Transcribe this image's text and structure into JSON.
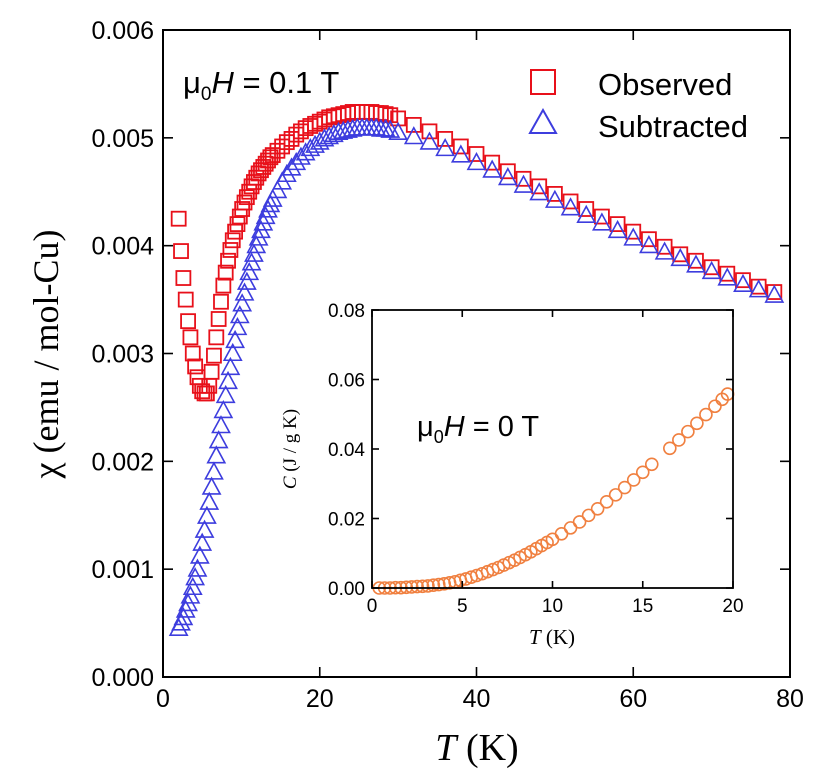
{
  "chart_data": [
    {
      "type": "scatter",
      "xlabel_var": "T",
      "xlabel_unit": "(K)",
      "ylabel": "χ (emu / mol-Cu)",
      "xlim": [
        0,
        80
      ],
      "ylim": [
        0,
        0.006
      ],
      "xticks": [
        0,
        20,
        40,
        60,
        80
      ],
      "yticks": [
        0.0,
        0.001,
        0.002,
        0.003,
        0.004,
        0.005,
        0.006
      ],
      "xtick_labels": [
        "0",
        "20",
        "40",
        "60",
        "80"
      ],
      "ytick_labels": [
        "0.000",
        "0.001",
        "0.002",
        "0.003",
        "0.004",
        "0.005",
        "0.006"
      ],
      "annotation": {
        "mu": "μ",
        "sub": "0",
        "var": "H",
        "rest": " = 0.1 T"
      },
      "legend_position": "top-right",
      "series": [
        {
          "name": "Observed",
          "marker": "square",
          "color": "#e8101a",
          "x": [
            2.0,
            2.3,
            2.6,
            2.9,
            3.2,
            3.5,
            3.8,
            4.1,
            4.4,
            4.7,
            5.0,
            5.3,
            5.6,
            5.9,
            6.2,
            6.5,
            6.8,
            7.1,
            7.4,
            7.7,
            8.0,
            8.3,
            8.6,
            8.9,
            9.2,
            9.5,
            9.8,
            10.1,
            10.4,
            10.7,
            11.0,
            11.3,
            11.6,
            11.9,
            12.2,
            12.5,
            12.8,
            13.1,
            13.4,
            13.7,
            14.0,
            14.6,
            15.2,
            15.8,
            16.4,
            17.0,
            17.6,
            18.2,
            18.8,
            19.4,
            20.0,
            20.6,
            21.2,
            21.8,
            22.4,
            23.0,
            23.6,
            24.2,
            24.8,
            25.4,
            26.0,
            26.6,
            27.2,
            27.8,
            28.4,
            29.0,
            30.0,
            32.0,
            34.0,
            36.0,
            38.0,
            40.0,
            42.0,
            44.0,
            46.0,
            48.0,
            50.0,
            52.0,
            54.0,
            56.0,
            58.0,
            60.0,
            62.0,
            64.0,
            66.0,
            68.0,
            70.0,
            72.0,
            74.0,
            76.0,
            78.0
          ],
          "y": [
            0.00425,
            0.00395,
            0.0037,
            0.0035,
            0.0033,
            0.00315,
            0.003,
            0.00288,
            0.00278,
            0.0027,
            0.00265,
            0.00263,
            0.00263,
            0.0027,
            0.00283,
            0.00298,
            0.00315,
            0.00332,
            0.00348,
            0.00363,
            0.00375,
            0.00386,
            0.00396,
            0.00405,
            0.00413,
            0.0042,
            0.00427,
            0.00434,
            0.0044,
            0.00445,
            0.0045,
            0.00455,
            0.00459,
            0.00463,
            0.00467,
            0.0047,
            0.00473,
            0.00476,
            0.00479,
            0.00482,
            0.00484,
            0.00488,
            0.00492,
            0.00496,
            0.00499,
            0.00503,
            0.00506,
            0.00509,
            0.00511,
            0.00513,
            0.00515,
            0.00517,
            0.00519,
            0.0052,
            0.00521,
            0.00522,
            0.00523,
            0.00524,
            0.00524,
            0.00524,
            0.00524,
            0.00524,
            0.00523,
            0.00523,
            0.00522,
            0.00521,
            0.00518,
            0.00512,
            0.00506,
            0.00499,
            0.00492,
            0.00485,
            0.00477,
            0.00469,
            0.00462,
            0.00455,
            0.00448,
            0.00441,
            0.00434,
            0.00427,
            0.0042,
            0.00413,
            0.00406,
            0.00399,
            0.00392,
            0.00386,
            0.0038,
            0.00374,
            0.00368,
            0.00362,
            0.00357
          ]
        },
        {
          "name": "Subtracted",
          "marker": "triangle",
          "color": "#3d3dde",
          "x": [
            2.0,
            2.3,
            2.6,
            2.9,
            3.2,
            3.5,
            3.8,
            4.1,
            4.4,
            4.7,
            5.0,
            5.3,
            5.6,
            5.9,
            6.2,
            6.5,
            6.8,
            7.1,
            7.4,
            7.7,
            8.0,
            8.3,
            8.6,
            8.9,
            9.2,
            9.5,
            9.8,
            10.1,
            10.4,
            10.7,
            11.0,
            11.3,
            11.6,
            11.9,
            12.2,
            12.5,
            12.8,
            13.1,
            13.4,
            13.7,
            14.0,
            14.6,
            15.2,
            15.8,
            16.4,
            17.0,
            17.6,
            18.2,
            18.8,
            19.4,
            20.0,
            20.6,
            21.2,
            21.8,
            22.4,
            23.0,
            23.6,
            24.2,
            24.8,
            25.4,
            26.0,
            26.6,
            27.2,
            27.8,
            28.4,
            29.0,
            30.0,
            32.0,
            34.0,
            36.0,
            38.0,
            40.0,
            42.0,
            44.0,
            46.0,
            48.0,
            50.0,
            52.0,
            54.0,
            56.0,
            58.0,
            60.0,
            62.0,
            64.0,
            66.0,
            68.0,
            70.0,
            72.0,
            74.0,
            76.0,
            78.0
          ],
          "y": [
            0.00045,
            0.0005,
            0.00055,
            0.00062,
            0.00068,
            0.00075,
            0.00083,
            0.00092,
            0.001,
            0.00112,
            0.00124,
            0.00136,
            0.00149,
            0.00162,
            0.00176,
            0.0019,
            0.00205,
            0.00219,
            0.00233,
            0.00247,
            0.00261,
            0.00274,
            0.00287,
            0.003,
            0.00312,
            0.00324,
            0.00335,
            0.00346,
            0.00356,
            0.00366,
            0.00375,
            0.00384,
            0.00392,
            0.004,
            0.00407,
            0.00414,
            0.00421,
            0.00427,
            0.00433,
            0.00438,
            0.00443,
            0.00451,
            0.00459,
            0.00466,
            0.00472,
            0.00477,
            0.00482,
            0.00486,
            0.0049,
            0.00493,
            0.00496,
            0.00499,
            0.00501,
            0.00503,
            0.00505,
            0.00506,
            0.00507,
            0.00508,
            0.00509,
            0.00509,
            0.00509,
            0.00509,
            0.00509,
            0.00508,
            0.00508,
            0.00507,
            0.00505,
            0.00501,
            0.00496,
            0.0049,
            0.00484,
            0.00477,
            0.0047,
            0.00463,
            0.00456,
            0.00449,
            0.00442,
            0.00435,
            0.00428,
            0.00421,
            0.00414,
            0.00407,
            0.004,
            0.00394,
            0.00388,
            0.00382,
            0.00376,
            0.0037,
            0.00364,
            0.00359,
            0.00354
          ]
        }
      ]
    },
    {
      "type": "scatter",
      "xlabel_var": "T",
      "xlabel_unit": "(K)",
      "ylabel_var": "C",
      "ylabel_unit": "(J / g K)",
      "xlim": [
        0,
        20
      ],
      "ylim": [
        0,
        0.08
      ],
      "xticks": [
        0,
        5,
        10,
        15,
        20
      ],
      "yticks": [
        0.0,
        0.02,
        0.04,
        0.06,
        0.08
      ],
      "xtick_labels": [
        "0",
        "5",
        "10",
        "15",
        "20"
      ],
      "ytick_labels": [
        "0.00",
        "0.02",
        "0.04",
        "0.06",
        "0.08"
      ],
      "annotation": {
        "mu": "μ",
        "sub": "0",
        "var": "H",
        "rest": " = 0 T"
      },
      "series": [
        {
          "marker": "circle",
          "color": "#f08040",
          "x": [
            0.4,
            0.7,
            1.0,
            1.3,
            1.6,
            1.9,
            2.2,
            2.5,
            2.8,
            3.1,
            3.4,
            3.7,
            4.0,
            4.3,
            4.6,
            4.9,
            5.2,
            5.5,
            5.8,
            6.1,
            6.4,
            6.7,
            7.0,
            7.3,
            7.6,
            7.9,
            8.2,
            8.5,
            8.8,
            9.1,
            9.4,
            9.7,
            10.0,
            10.5,
            11.0,
            11.5,
            12.0,
            12.5,
            13.0,
            13.5,
            14.0,
            14.5,
            15.0,
            15.5,
            16.5,
            17.0,
            17.5,
            18.0,
            18.5,
            19.0,
            19.4,
            19.7
          ],
          "y": [
            0.0,
            0.0,
            0.0,
            0.0001,
            0.0001,
            0.0002,
            0.0003,
            0.0004,
            0.0005,
            0.0006,
            0.0008,
            0.001,
            0.0012,
            0.0015,
            0.0018,
            0.0022,
            0.0026,
            0.0031,
            0.0036,
            0.0041,
            0.0047,
            0.0053,
            0.0059,
            0.0066,
            0.0073,
            0.008,
            0.0088,
            0.0096,
            0.0104,
            0.0113,
            0.0122,
            0.0131,
            0.014,
            0.0156,
            0.0173,
            0.019,
            0.0209,
            0.0228,
            0.0248,
            0.0268,
            0.0289,
            0.0311,
            0.0333,
            0.0356,
            0.0402,
            0.0426,
            0.045,
            0.0474,
            0.0499,
            0.0523,
            0.0543,
            0.0558
          ]
        }
      ]
    }
  ]
}
